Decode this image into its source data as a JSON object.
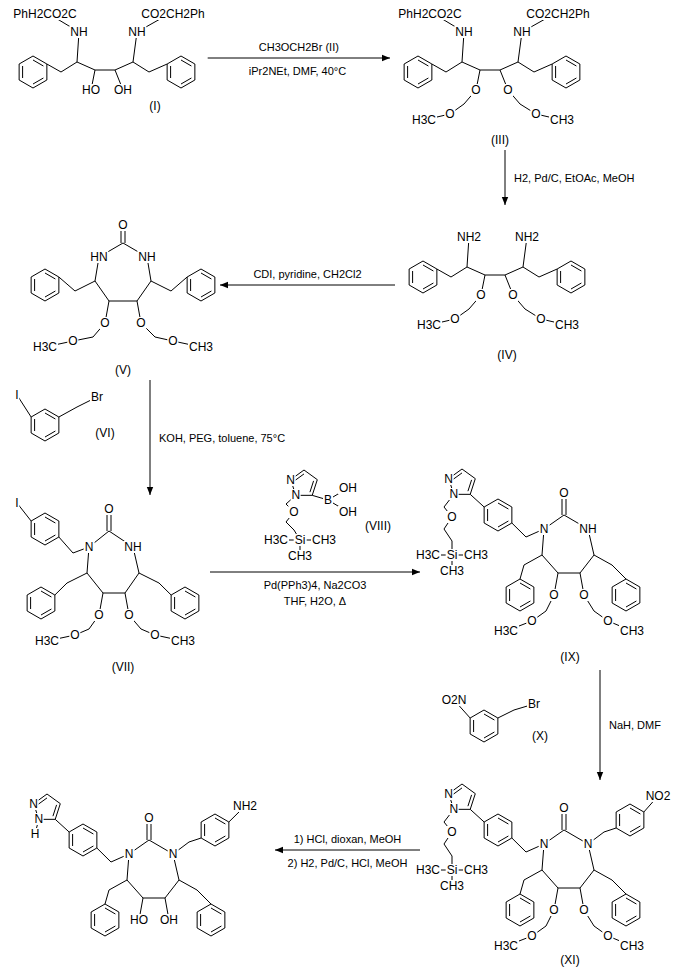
{
  "diagram": {
    "nodes": [
      {
        "text": [
          "PhH2CO2C",
          "NH",
          "NH",
          "CO2CH2Ph",
          "HO",
          "OH",
          "(I)"
        ]
      },
      {
        "text": [
          "PhH2CO2C",
          "NH",
          "NH",
          "CO2CH2Ph",
          "O",
          "O",
          "H3C",
          "O",
          "O",
          "CH3",
          "(III)"
        ]
      },
      {
        "text": [
          "O",
          "HN",
          "NH",
          "O",
          "O",
          "H3C",
          "O",
          "O",
          "CH3",
          "(V)"
        ]
      },
      {
        "text": [
          "NH2",
          "NH2",
          "O",
          "O",
          "H3C",
          "O",
          "O",
          "CH3",
          "(IV)"
        ]
      },
      {
        "text": [
          "I",
          "Br",
          "(VI)"
        ]
      },
      {
        "text": [
          "I",
          "O",
          "N",
          "NH",
          "O",
          "O",
          "H3C",
          "O",
          "O",
          "CH3",
          "(VII)"
        ]
      },
      {
        "text": [
          "N",
          "N",
          "B",
          "OH",
          "OH",
          "O",
          "Si",
          "H3C",
          "CH3",
          "CH3",
          "(VIII)"
        ]
      },
      {
        "text": [
          "N",
          "N",
          "O",
          "Si",
          "H3C",
          "CH3",
          "CH3",
          "O",
          "N",
          "NH",
          "O",
          "O",
          "H3C",
          "O",
          "O",
          "CH3",
          "(IX)"
        ]
      },
      {
        "text": [
          "O2N",
          "Br",
          "(X)"
        ]
      },
      {
        "text": [
          "N",
          "N",
          "H",
          "O",
          "N",
          "N",
          "NH2",
          "HO",
          "OH"
        ]
      },
      {
        "text": [
          "N",
          "N",
          "O",
          "Si",
          "H3C",
          "CH3",
          "CH3",
          "O",
          "N",
          "N",
          "NO2",
          "O",
          "O",
          "H3C",
          "O",
          "O",
          "CH3",
          "(XI)"
        ]
      }
    ],
    "edges": [
      {
        "from": 0,
        "to": 1,
        "arrow": "to",
        "label": "CH3OCH2Br (II)"
      },
      {
        "from": 1,
        "to": 3,
        "arrow": "to",
        "label": "H2, Pd/C, EtOAc, MeOH"
      },
      {
        "from": 3,
        "to": 2,
        "arrow": "to",
        "label": "CDI, pyridine, CH2Cl2"
      },
      {
        "from": 2,
        "to": 5,
        "arrow": "to",
        "label": "KOH, PEG, toluene, 75°C"
      },
      {
        "from": 5,
        "to": 7,
        "arrow": "to",
        "label": "Pd(PPh3)4, Na2CO3"
      },
      {
        "from": 7,
        "to": 10,
        "arrow": "to",
        "label": "NaH, DMF"
      },
      {
        "from": 10,
        "to": 9,
        "arrow": "to",
        "label": "1) HCl, dioxan, MeOH"
      }
    ],
    "labels": [
      "iPr2NEt, DMF, 40°C",
      "THF, H2O, Δ",
      "2) H2, Pd/C, HCl, MeOH"
    ]
  }
}
